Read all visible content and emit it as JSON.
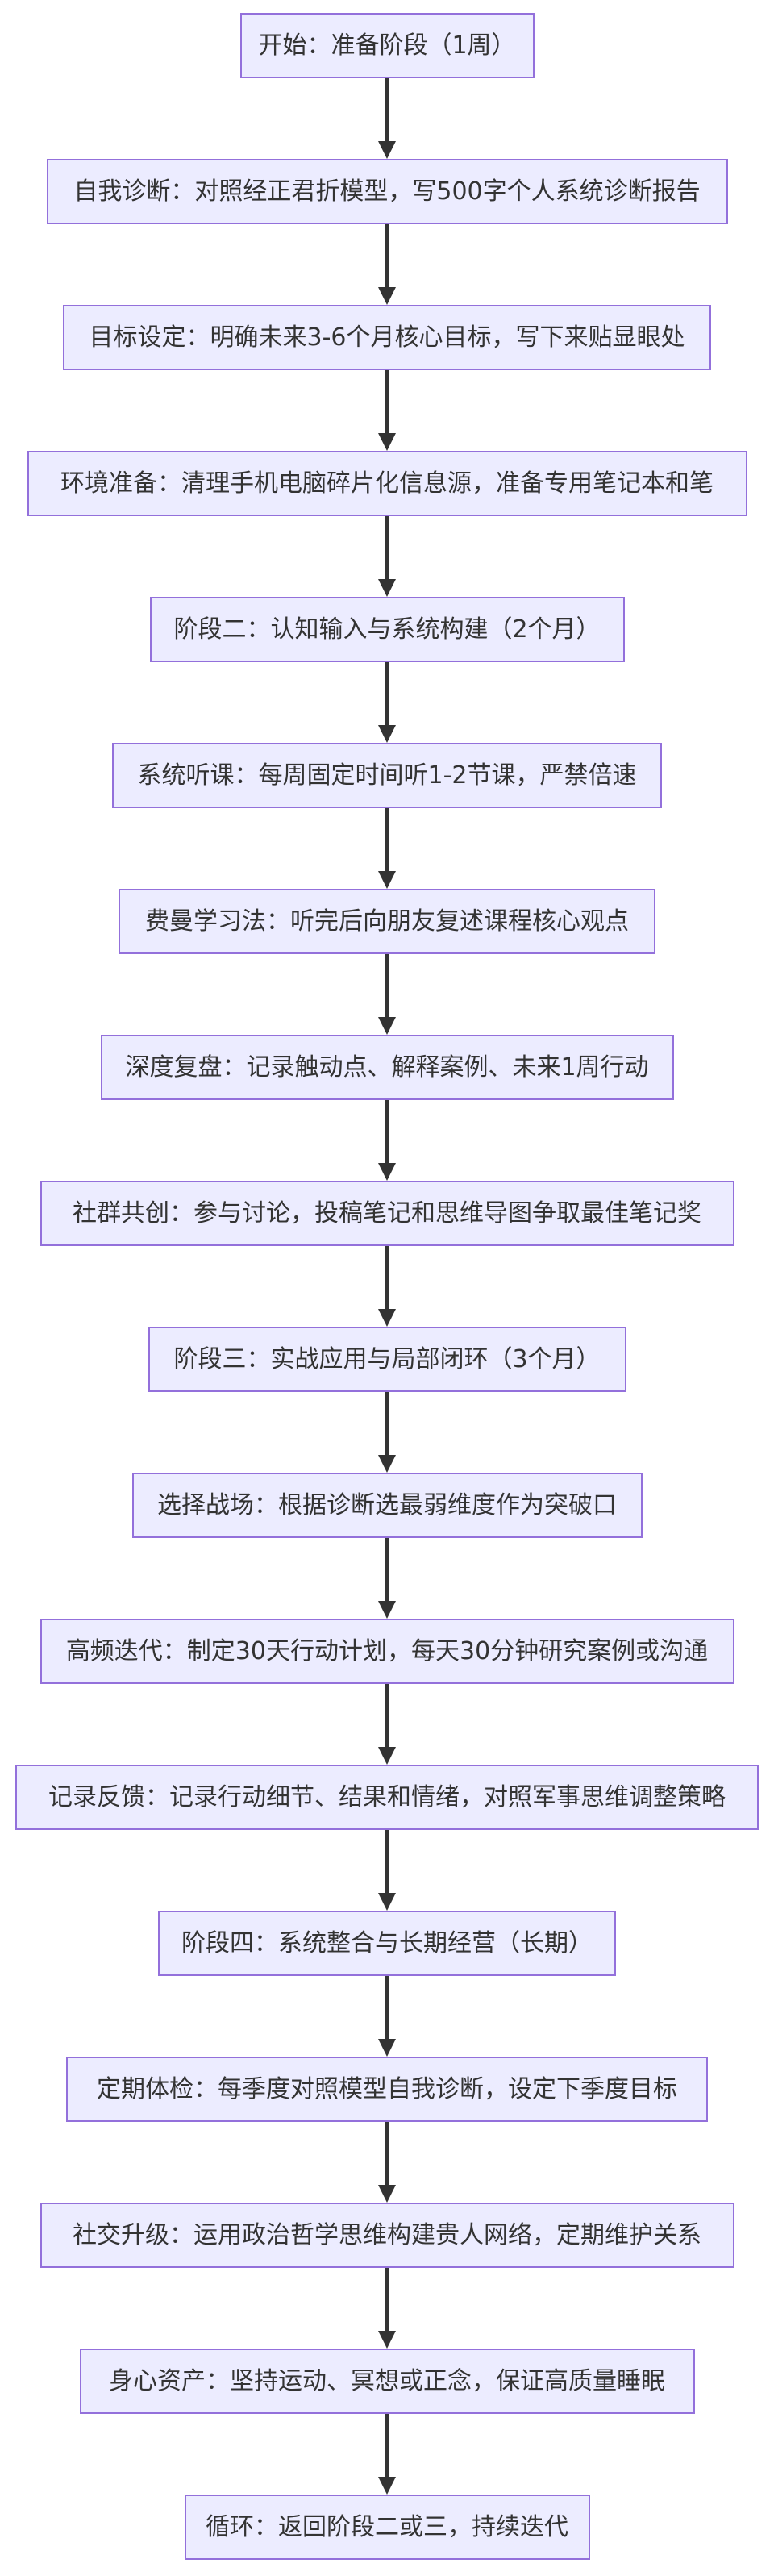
{
  "diagram": {
    "steps": [
      {
        "label": "开始：准备阶段（1周）"
      },
      {
        "label": "自我诊断：对照经正君折模型，写500字个人系统诊断报告"
      },
      {
        "label": "目标设定：明确未来3-6个月核心目标，写下来贴显眼处"
      },
      {
        "label": "环境准备：清理手机电脑碎片化信息源，准备专用笔记本和笔"
      },
      {
        "label": "阶段二：认知输入与系统构建（2个月）"
      },
      {
        "label": "系统听课：每周固定时间听1-2节课，严禁倍速"
      },
      {
        "label": "费曼学习法：听完后向朋友复述课程核心观点"
      },
      {
        "label": "深度复盘：记录触动点、解释案例、未来1周行动"
      },
      {
        "label": "社群共创：参与讨论，投稿笔记和思维导图争取最佳笔记奖"
      },
      {
        "label": "阶段三：实战应用与局部闭环（3个月）"
      },
      {
        "label": "选择战场：根据诊断选最弱维度作为突破口"
      },
      {
        "label": "高频迭代：制定30天行动计划，每天30分钟研究案例或沟通"
      },
      {
        "label": "记录反馈：记录行动细节、结果和情绪，对照军事思维调整策略"
      },
      {
        "label": "阶段四：系统整合与长期经营（长期）"
      },
      {
        "label": "定期体检：每季度对照模型自我诊断，设定下季度目标"
      },
      {
        "label": "社交升级：运用政治哲学思维构建贵人网络，定期维护关系"
      },
      {
        "label": "身心资产：坚持运动、冥想或正念，保证高质量睡眠"
      },
      {
        "label": "循环：返回阶段二或三，持续迭代"
      }
    ]
  },
  "colors": {
    "node_fill": "#ECECFF",
    "node_border": "#9370DB",
    "text": "#333333",
    "arrow": "#333333"
  }
}
